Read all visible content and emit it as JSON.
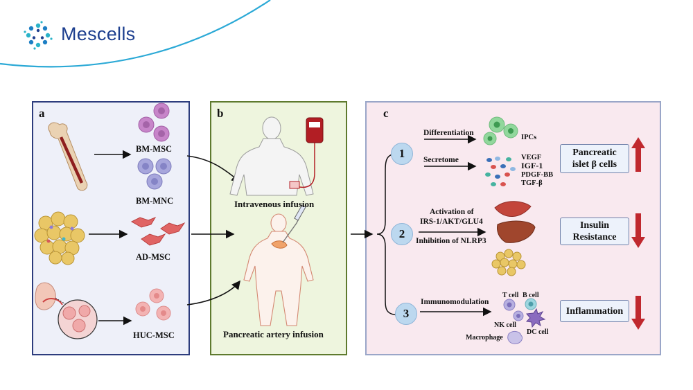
{
  "brand": {
    "name": "Mescells"
  },
  "panel_a": {
    "label": "a",
    "cells": [
      "BM-MSC",
      "BM-MNC",
      "AD-MSC",
      "HUC-MSC"
    ]
  },
  "panel_b": {
    "label": "b",
    "routes": [
      "Intravenous infusion",
      "Pancreatic artery infusion"
    ]
  },
  "panel_c": {
    "label": "c",
    "mechanisms": [
      {
        "num": "1",
        "texts": [
          "Differentiation",
          "Secretome"
        ]
      },
      {
        "num": "2",
        "texts": [
          "Activation of",
          "IRS-1/AKT/GLU4",
          "Inhibition of NLRP3"
        ]
      },
      {
        "num": "3",
        "texts": [
          "Immunomodulation"
        ]
      }
    ],
    "products": {
      "ipcs": "IPCs",
      "factors": [
        "VEGF",
        "IGF-1",
        "PDGF-BB",
        "TGF-β"
      ]
    },
    "immune_cells": [
      "T cell",
      "B cell",
      "NK cell",
      "DC cell",
      "Macrophage"
    ],
    "outcomes": [
      {
        "lines": [
          "Pancreatic",
          "islet β cells"
        ],
        "trend": "up"
      },
      {
        "lines": [
          "Insulin",
          "Resistance"
        ],
        "trend": "down"
      },
      {
        "lines": [
          "Inflammation"
        ],
        "trend": "down"
      }
    ]
  },
  "colors": {
    "brand_blue": "#1d3f8f",
    "brand_teal": "#2bb3c9",
    "arrow_red": "#c0282e",
    "panel_a_bg": "#eef0f9",
    "panel_b_bg": "#eef5de",
    "panel_c_bg": "#f9e9ef"
  }
}
